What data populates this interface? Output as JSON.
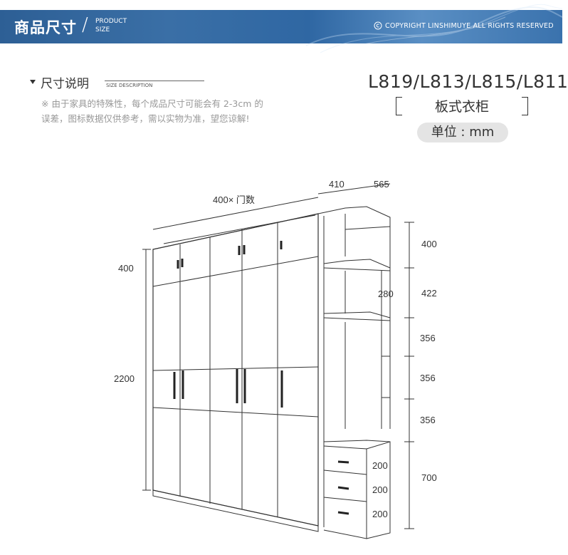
{
  "header": {
    "title": "商品尺寸",
    "slash": "/",
    "sub_line1": "PRODUCT",
    "sub_line2": "SIZE",
    "copyright": "COPYRIGHT LINSHIMUYE ALL RIGHTS RESERVED"
  },
  "description": {
    "title": "尺寸说明",
    "title_en": "SIZE DESCRIPTION",
    "note_line1": "※ 由于家具的特殊性，每个成品尺寸可能会有 2-3cm 的",
    "note_line2": "误差，图标数据仅供参考，需以实物为准，望您谅解!"
  },
  "product": {
    "models": "L819/L813/L815/L811",
    "kind": "板式衣柜",
    "unit": "单位 : mm"
  },
  "dimensions": {
    "width_per_door": "400× 门数",
    "side_depth": "410",
    "depth": "565",
    "top_height": "400",
    "total_height": "2200",
    "inner_depth": "280",
    "right_col": [
      "400",
      "422",
      "356",
      "356",
      "356",
      "700"
    ],
    "drawers": [
      "200",
      "200",
      "200"
    ]
  }
}
